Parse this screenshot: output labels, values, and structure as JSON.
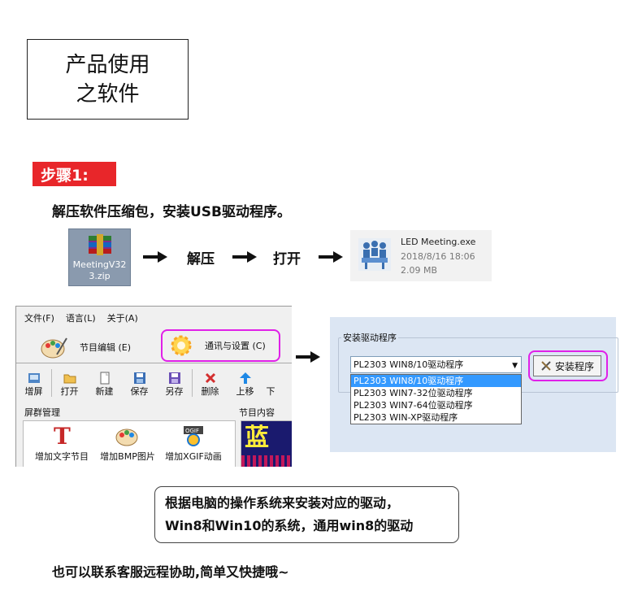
{
  "title": {
    "line1": "产品使用",
    "line2": "之软件"
  },
  "step_badge": "步骤1:",
  "instruction": "解压软件压缩包，安装USB驱动程序。",
  "zip_file": {
    "name_line1": "MeetingV32",
    "name_line2": "3.zip"
  },
  "flow": {
    "step1": "解压",
    "step2": "打开"
  },
  "exe_file": {
    "name": "LED Meeting.exe",
    "date": "2018/8/16 18:06",
    "size": "2.09 MB"
  },
  "app": {
    "menu": [
      "文件(F)",
      "语言(L)",
      "关于(A)"
    ],
    "tab_program_edit": "节目编辑 (E)",
    "tab_comm_settings": "通讯与设置 (C)",
    "toolbar": [
      "增屏",
      "打开",
      "新建",
      "保存",
      "另存",
      "删除",
      "上移",
      "下"
    ],
    "screen_management": "屏群管理",
    "program_content": "节目内容",
    "add_buttons": [
      "增加文字节目",
      "增加BMP图片",
      "增加XGIF动画"
    ],
    "preview_text": "蓝"
  },
  "dialog": {
    "group_title": "安装驱动程序",
    "selected_value": "PL2303 WIN8/10驱动程序",
    "options": [
      "PL2303 WIN8/10驱动程序",
      "PL2303 WIN7-32位驱动程序",
      "PL2303 WIN7-64位驱动程序",
      "PL2303 WIN-XP驱动程序"
    ],
    "install_button": "安装程序"
  },
  "note": {
    "line1": "根据电脑的操作系统来安装对应的驱动，",
    "line2": "Win8和Win10的系统，通用win8的驱动"
  },
  "footer": "也可以联系客服远程协助,简单又快捷哦~",
  "colors": {
    "badge": "#e8262a",
    "highlight": "#e020e8",
    "selected": "#3399ff"
  }
}
